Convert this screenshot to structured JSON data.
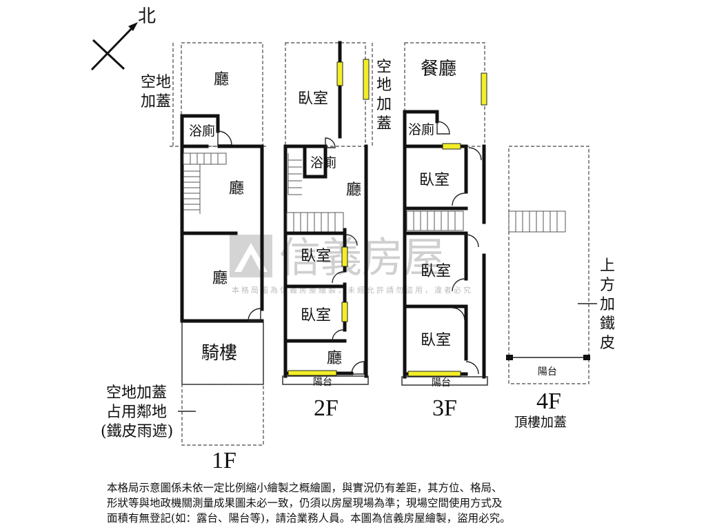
{
  "compass": {
    "label": "北"
  },
  "watermark": {
    "brand": "信義房屋",
    "notice": "本格局圖為信義房屋繪製，未經允許請勿盜用，違者必究"
  },
  "floor_1f": {
    "floor_label": "1F",
    "annex_note": [
      "空地",
      "加蓋"
    ],
    "hall_top": "廳",
    "bath": "浴廁",
    "hall_mid": "廳",
    "hall_low": "廳",
    "arcade": "騎樓",
    "front_note": [
      "空地加蓋",
      "占用鄰地",
      "(鐵皮雨遮)"
    ]
  },
  "floor_2f": {
    "floor_label": "2F",
    "bedroom_top": "臥室",
    "annex_note": [
      "空",
      "地",
      "加",
      "蓋"
    ],
    "bath": "浴廁",
    "hall": "廳",
    "bedroom_a": "臥室",
    "bedroom_b": "臥室",
    "hall_front": "廳",
    "balcony": "陽台"
  },
  "floor_3f": {
    "floor_label": "3F",
    "dining": "餐廳",
    "bath": "浴廁",
    "bedroom_a": "臥室",
    "bedroom_b": "臥室",
    "bedroom_c": "臥室",
    "balcony": "陽台"
  },
  "floor_4f": {
    "floor_label": "4F",
    "subtitle": "頂樓加蓋",
    "side_note": [
      "上",
      "方",
      "加",
      "鐵",
      "皮"
    ],
    "balcony": "陽台"
  },
  "disclaimer": [
    "本格局示意圖係未依一定比例縮小繪製之概繪圖，與實況仍有差距，其方位、格局、",
    "形狀等與地政機關測量成果圖未必一致，仍須以房屋現場為準；現場空間使用方式及",
    "面積有無登記(如：露台、陽台等)，請洽業務人員。本圖為信義房屋繪製，盜用必究。"
  ]
}
